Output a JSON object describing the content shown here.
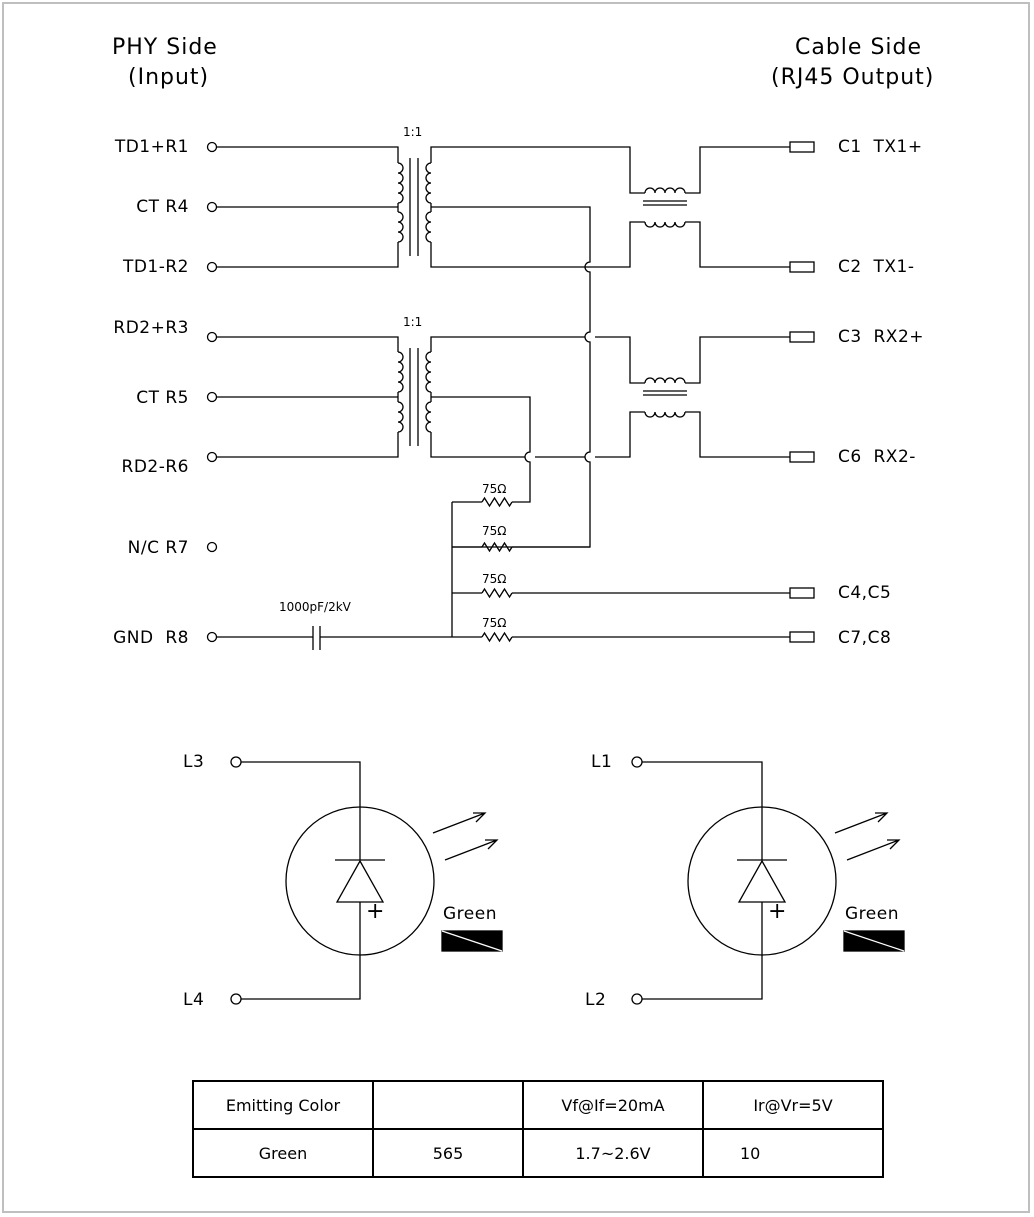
{
  "headers": {
    "phy_line1": "PHY Side",
    "phy_line2": "(Input)",
    "cable_line1": "Cable Side",
    "cable_line2": "(RJ45 Output)"
  },
  "left_pins": [
    "TD1+R1",
    "CT R4",
    "TD1-R2",
    "RD2+R3",
    "CT R5",
    "RD2-R6",
    "N/C R7",
    "GND  R8"
  ],
  "right_pins": [
    "C1  TX1+",
    "C2  TX1-",
    "C3  RX2+",
    "C6  RX2-",
    "C4,C5",
    "C7,C8"
  ],
  "transformer_ratios": [
    "1:1",
    "1:1"
  ],
  "resistors": [
    "75Ω",
    "75Ω",
    "75Ω",
    "75Ω"
  ],
  "capacitor": "1000pF/2kV",
  "leds": [
    {
      "top": "L3",
      "bottom": "L4",
      "plus": "+",
      "color": "Green"
    },
    {
      "top": "L1",
      "bottom": "L2",
      "plus": "+",
      "color": "Green"
    }
  ],
  "table": {
    "header": [
      "Emitting Color",
      "",
      "Vf@If=20mA",
      "Ir@Vr=5V"
    ],
    "row": [
      "Green",
      "565",
      "1.7~2.6V",
      "10"
    ]
  }
}
